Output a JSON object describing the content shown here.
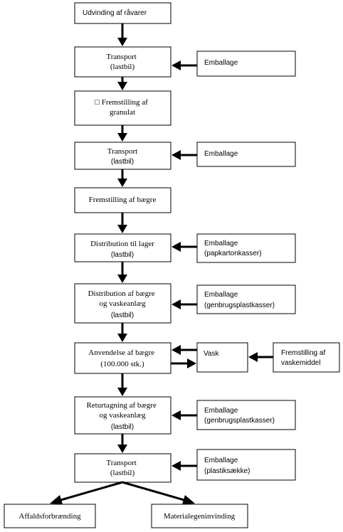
{
  "nodes": {
    "udvinding": [
      "Udvinding af råvarer"
    ],
    "transport1": [
      "Transport",
      "(lastbil)"
    ],
    "emballage1": [
      "Emballage"
    ],
    "fremstilling_granulat": [
      "□  Fremstilling af",
      "granulat"
    ],
    "transport2": [
      "Transport",
      "(lastbil)"
    ],
    "emballage2": [
      "Emballage"
    ],
    "fremstilling_baegre": [
      "Fremstilling af bægre"
    ],
    "distribution_lager": [
      "Distribution til lager",
      "(lastbil)"
    ],
    "emballage3": [
      "Emballage",
      "(papkartonkasser)"
    ],
    "distribution_baegre": [
      "Distribution af bægre",
      "og vaskeanlæg",
      "(lastbil)"
    ],
    "emballage4": [
      "Emballage",
      "(genbrugsplastkasser)"
    ],
    "anvendelse": [
      "Anvendelse af bægre",
      "(100.000 stk.)"
    ],
    "vask": [
      "Vask"
    ],
    "vaskemiddel": [
      "Fremstilling af",
      "vaskemiddel"
    ],
    "returtagning": [
      "Returtagning af bægre",
      "og vaskeanlæg",
      "(lastbil)"
    ],
    "emballage5": [
      "Emballage",
      "(genbrugsplastkasser)"
    ],
    "transport3": [
      "Transport",
      "(lastbil)"
    ],
    "emballage6": [
      "Emballage",
      "(plastiksække)"
    ],
    "affald": [
      "Affaldsforbrænding"
    ],
    "materiale": [
      "Materialegeninvinding"
    ]
  }
}
